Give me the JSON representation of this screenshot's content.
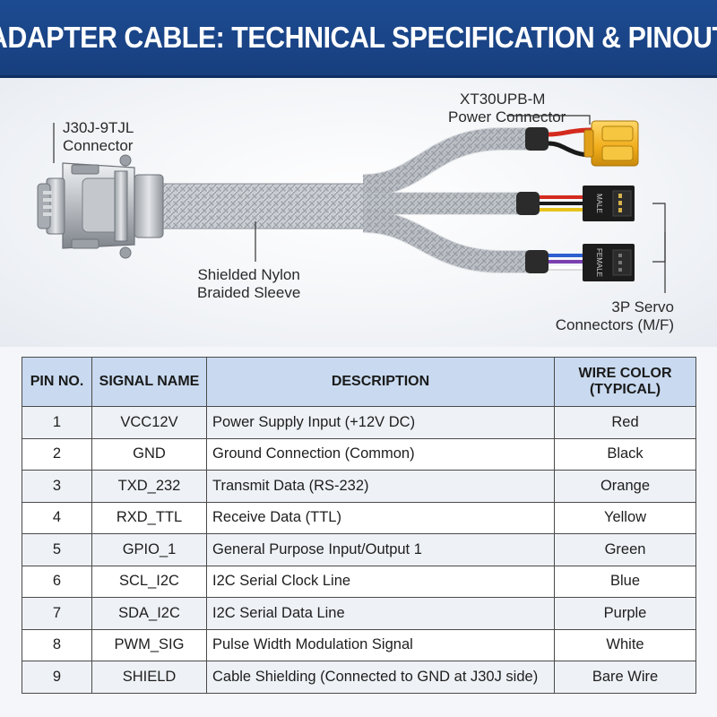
{
  "title": "ADAPTER CABLE: TECHNICAL SPECIFICATION & PINOUT",
  "labels": {
    "j30j": [
      "J30J-9TJL",
      "Connector"
    ],
    "xt30": [
      "XT30UPB-M",
      "Power Connector"
    ],
    "sleeve": [
      "Shielded Nylon",
      "Braided Sleeve"
    ],
    "servo": [
      "3P Servo",
      "Connectors (M/F)"
    ],
    "male": "MALE",
    "female": "FEMALE"
  },
  "colors": {
    "header": "#1d4b92",
    "table_header": "#c9daf0",
    "wire_red": "#d42a1e",
    "wire_black": "#1a1a1a",
    "wire_yellow": "#e8c21a",
    "wire_blue": "#2d5fd0",
    "wire_purple": "#7a3fb0",
    "xt30_yellow": "#f0b21e"
  },
  "table": {
    "headers": [
      "PIN NO.",
      "SIGNAL NAME",
      "DESCRIPTION",
      "WIRE COLOR (TYPICAL)"
    ],
    "rows": [
      {
        "pin": "1",
        "signal": "VCC12V",
        "desc": "Power Supply Input (+12V DC)",
        "color": "Red"
      },
      {
        "pin": "2",
        "signal": "GND",
        "desc": "Ground Connection (Common)",
        "color": "Black"
      },
      {
        "pin": "3",
        "signal": "TXD_232",
        "desc": "Transmit Data (RS-232)",
        "color": "Orange"
      },
      {
        "pin": "4",
        "signal": "RXD_TTL",
        "desc": "Receive Data (TTL)",
        "color": "Yellow"
      },
      {
        "pin": "5",
        "signal": "GPIO_1",
        "desc": "General Purpose Input/Output 1",
        "color": "Green"
      },
      {
        "pin": "6",
        "signal": "SCL_I2C",
        "desc": "I2C Serial Clock Line",
        "color": "Blue"
      },
      {
        "pin": "7",
        "signal": "SDA_I2C",
        "desc": "I2C Serial Data Line",
        "color": "Purple"
      },
      {
        "pin": "8",
        "signal": "PWM_SIG",
        "desc": "Pulse Width Modulation Signal",
        "color": "White"
      },
      {
        "pin": "9",
        "signal": "SHIELD",
        "desc": "Cable Shielding (Connected to GND at J30J side)",
        "color": "Bare Wire"
      }
    ]
  }
}
